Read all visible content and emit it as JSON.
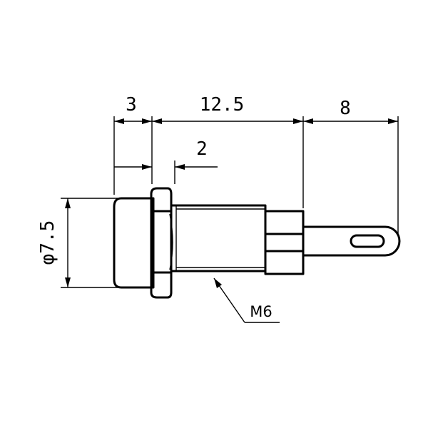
{
  "dimensions": {
    "body_length": "3",
    "main_length": "12.5",
    "pin_length": "8",
    "nut_thickness": "2",
    "diameter": "φ7.5",
    "thread": "M6"
  }
}
